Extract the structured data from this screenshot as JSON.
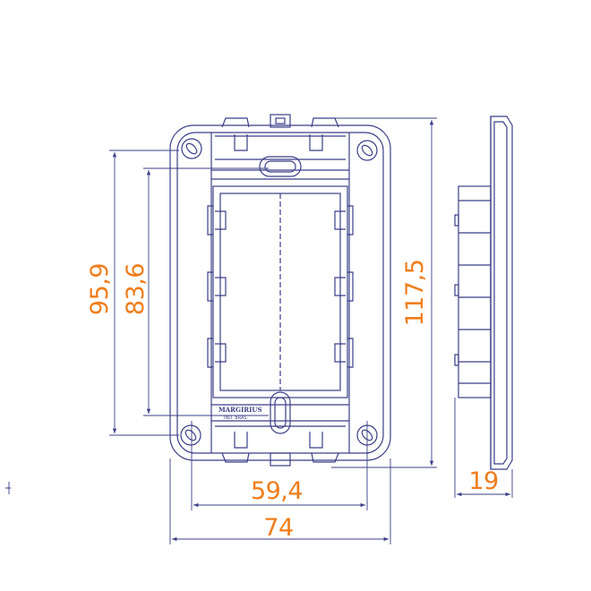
{
  "colors": {
    "line": "#3a3f86",
    "dimension": "#f07d1a",
    "background": "#ffffff"
  },
  "dimensions": {
    "height_outer": "95,9",
    "height_inner": "83,6",
    "height_total": "117,5",
    "width_inner": "59,4",
    "width_total": "74",
    "depth": "19"
  },
  "brand": {
    "name": "MARGIRIUS",
    "sub": "IND. BRAS."
  }
}
